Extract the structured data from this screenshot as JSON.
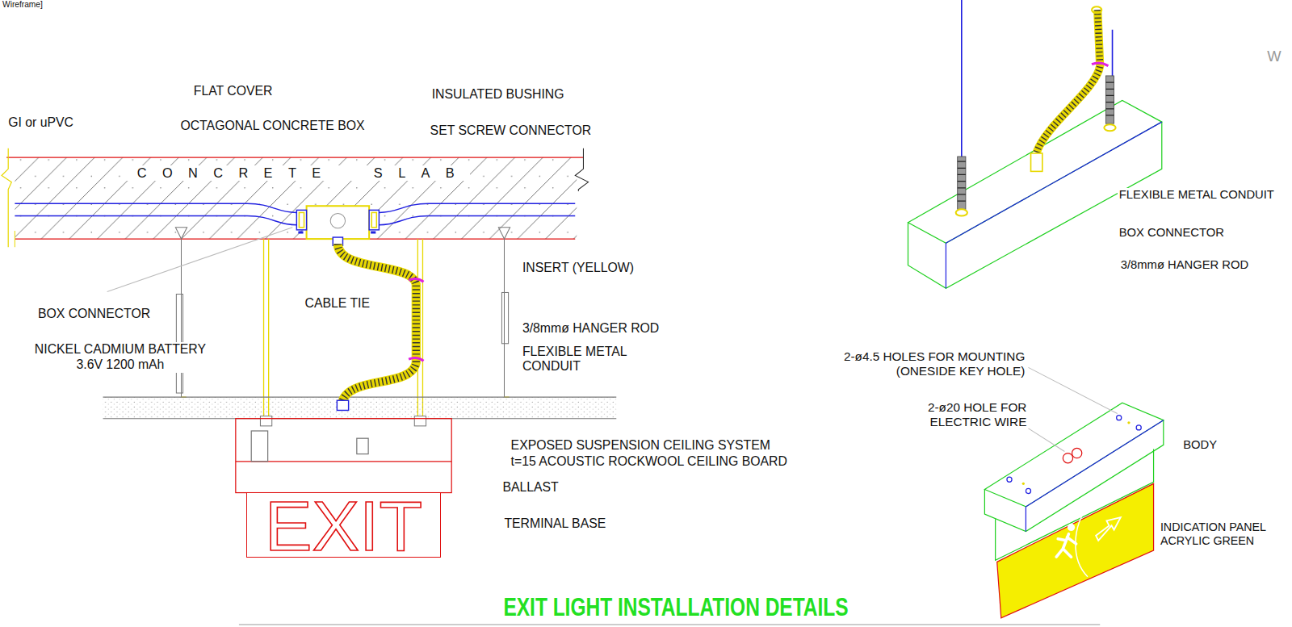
{
  "diagram": {
    "title": "EXIT LIGHT INSTALLATION DETAILS",
    "nodes": [
      {
        "text": [
          "CONCRETE SLAB"
        ]
      },
      {
        "text": [
          "EXIT"
        ]
      }
    ],
    "labels": [
      "Wireframe]",
      "GI or uPVC",
      "FLAT COVER",
      "OCTAGONAL CONCRETE BOX",
      "INSULATED BUSHING",
      "SET SCREW CONNECTOR",
      "BOX CONNECTOR",
      "CABLE TIE",
      "INSERT (YELLOW)",
      "NICKEL CADMIUM BATTERY 3.6V 1200 mAh",
      "3/8mmø HANGER ROD",
      "FLEXIBLE METAL CONDUIT",
      "EXPOSED SUSPENSION CEILING SYSTEM",
      "t=15 ACOUSTIC ROCKWOOL CEILING BOARD",
      "BALLAST",
      "TERMINAL BASE",
      "FLEXIBLE METAL CONDUIT",
      "BOX CONNECTOR",
      "3/8mmø HANGER ROD",
      "2-ø4.5 HOLES FOR MOUNTING (ONESIDE KEY HOLE)",
      "2-ø20 HOLE FOR ELECTRIC WIRE",
      "BODY",
      "INDICATION PANEL ACRYLIC GREEN",
      "W"
    ]
  }
}
